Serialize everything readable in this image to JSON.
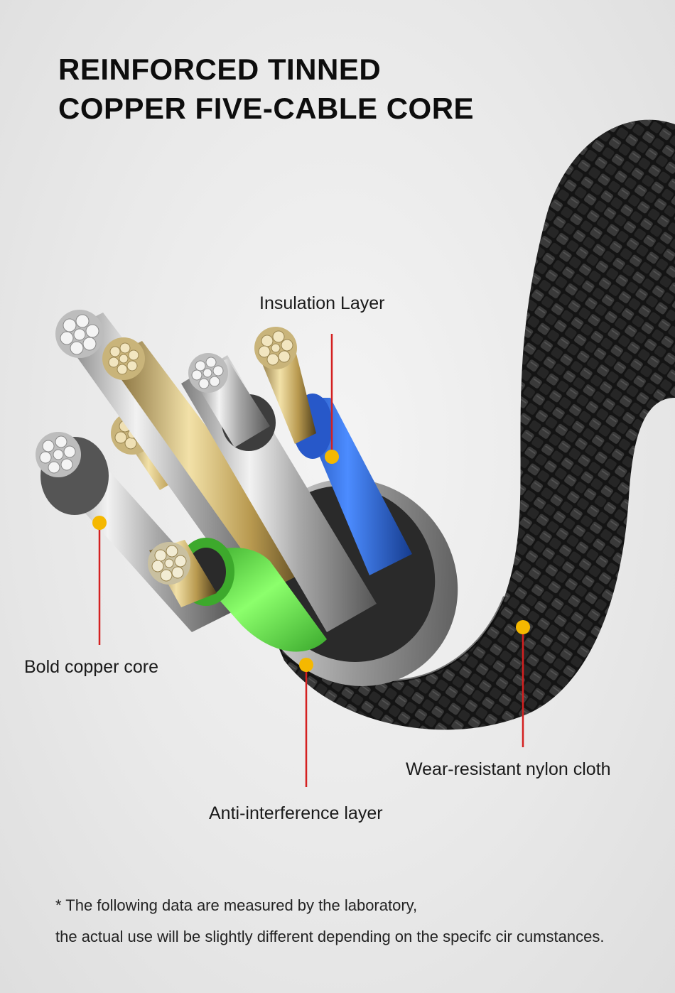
{
  "title": {
    "line1": "REINFORCED TINNED",
    "line2": "COPPER FIVE-CABLE CORE"
  },
  "callouts": {
    "insulation": "Insulation Layer",
    "copper_core": "Bold copper core",
    "anti_interference": "Anti-interference layer",
    "nylon": "Wear-resistant nylon cloth"
  },
  "footnote": {
    "line1": "* The following data are measured by the laboratory,",
    "line2": "the actual use will be slightly different depending on the specifc cir cumstances."
  },
  "colors": {
    "callout_line": "#d42020",
    "callout_dot": "#f5b800",
    "braid": "#1b1b1b",
    "wire_blue": "#2f6fe0",
    "wire_green": "#5fe040",
    "wire_red": "#b31b1b"
  }
}
